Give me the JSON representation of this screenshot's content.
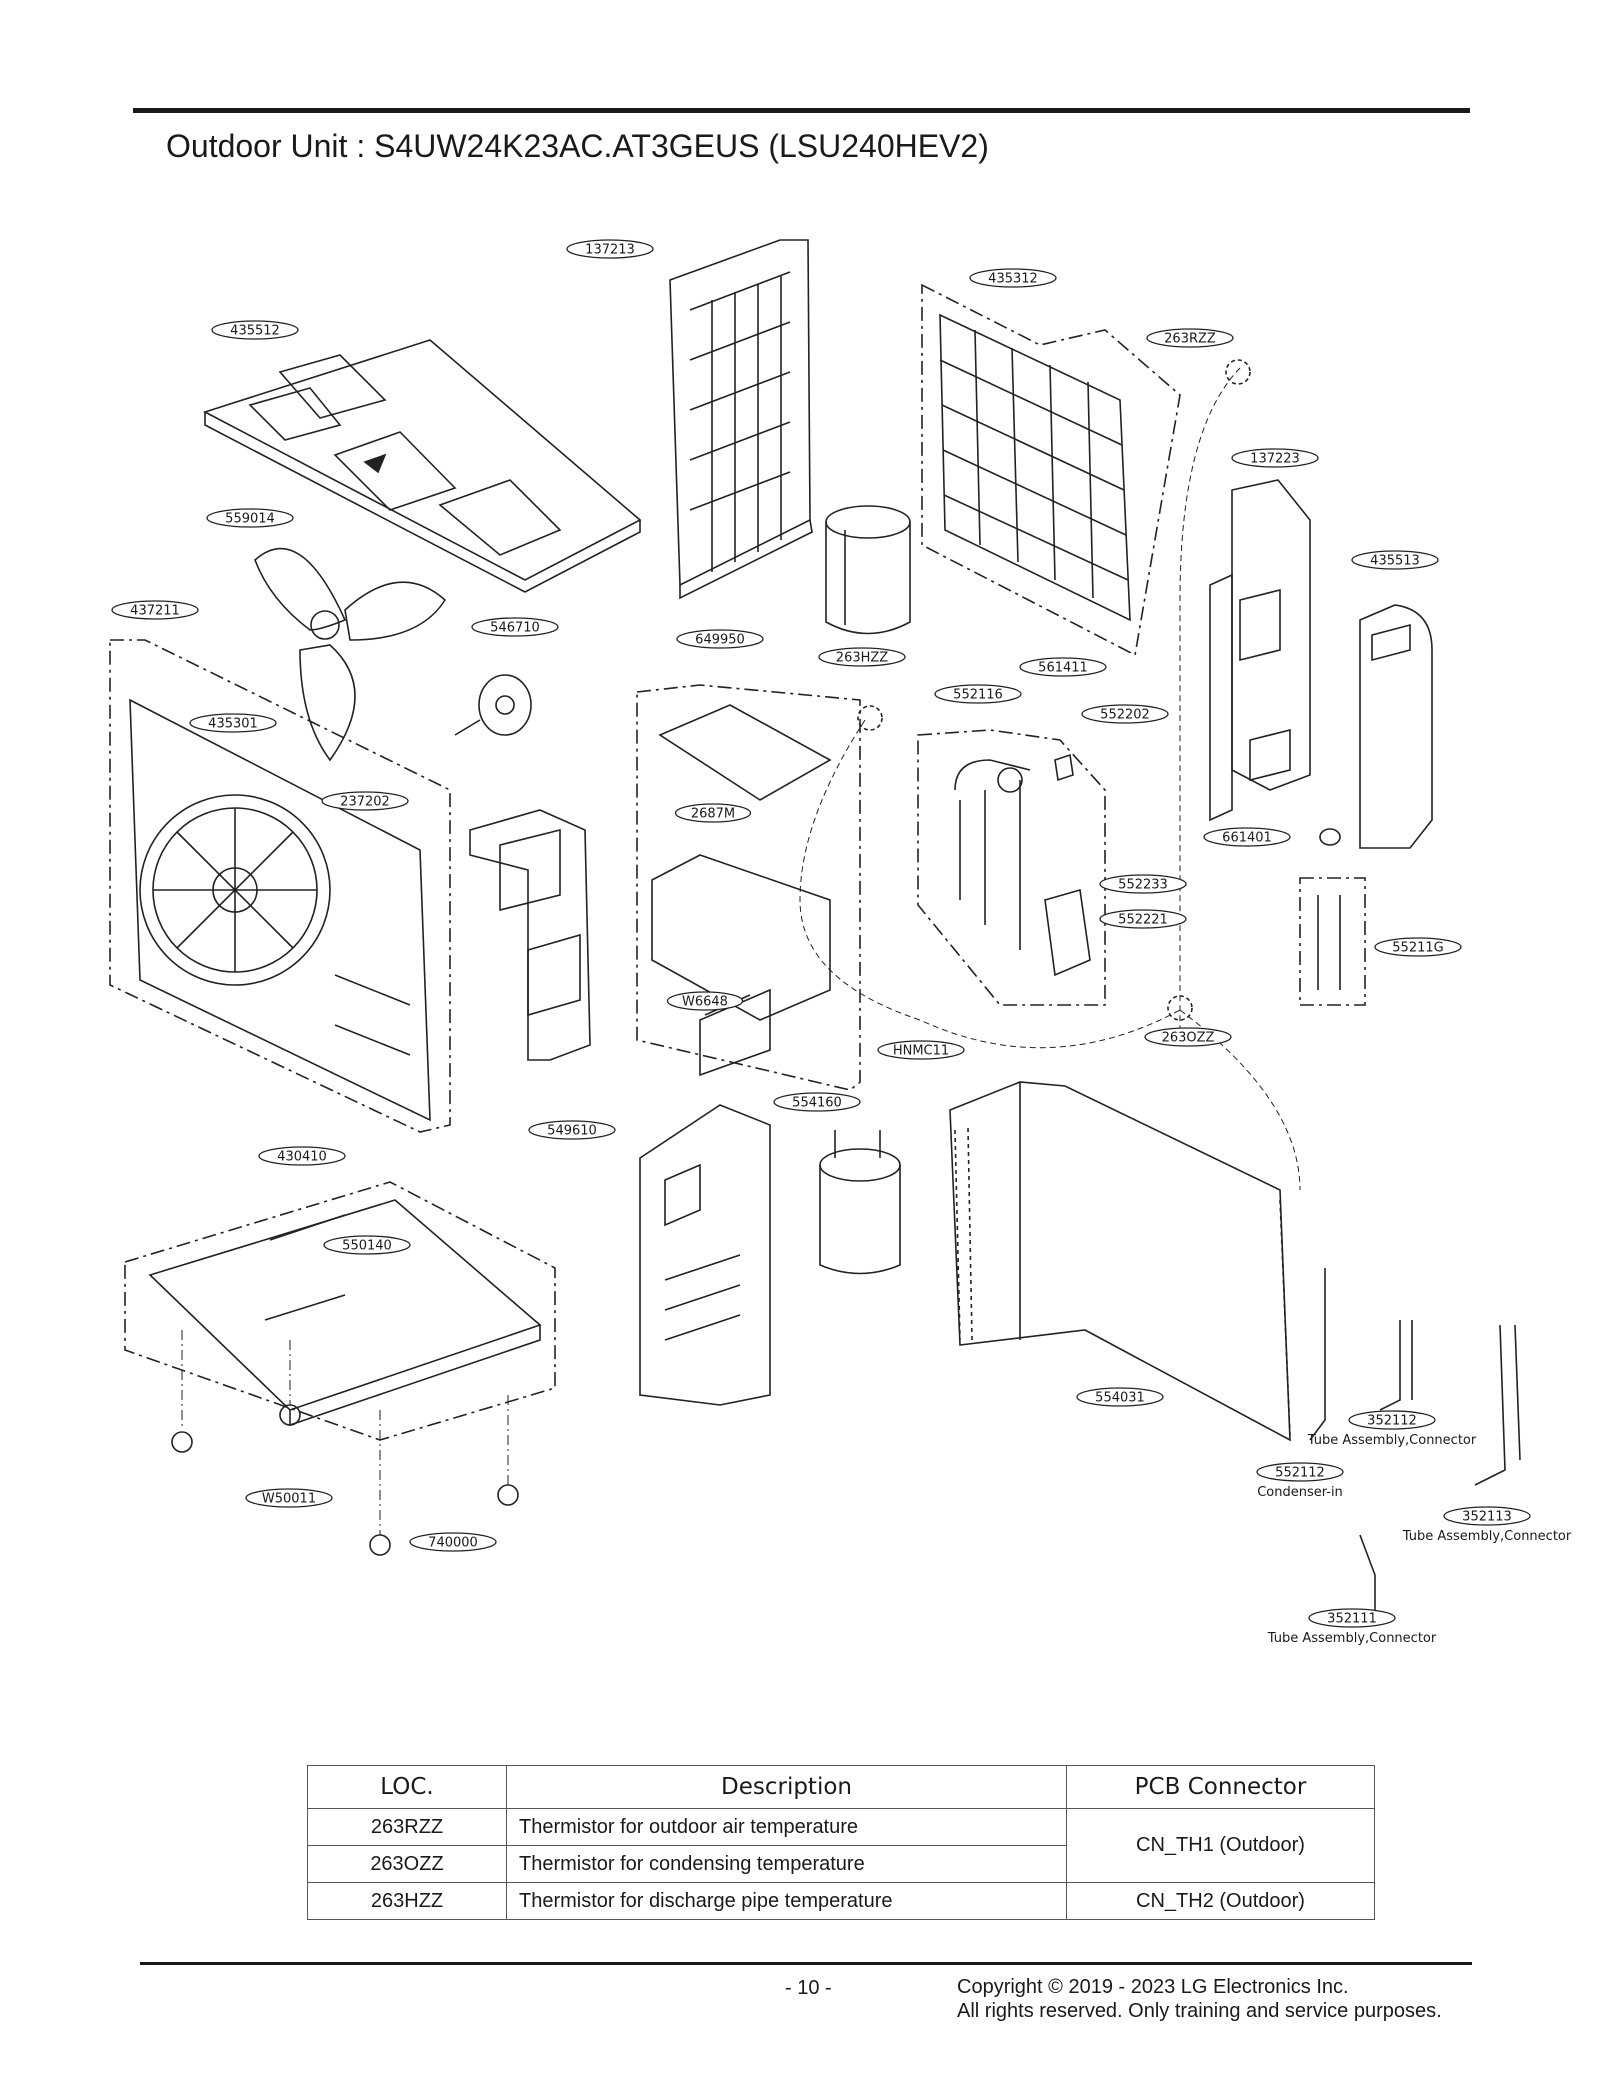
{
  "title": "Outdoor Unit : S4UW24K23AC.AT3GEUS (LSU240HEV2)",
  "parts": [
    {
      "id": "137213"
    },
    {
      "id": "435312"
    },
    {
      "id": "263RZZ"
    },
    {
      "id": "435512"
    },
    {
      "id": "137223"
    },
    {
      "id": "559014"
    },
    {
      "id": "435513"
    },
    {
      "id": "437211"
    },
    {
      "id": "546710"
    },
    {
      "id": "649950"
    },
    {
      "id": "263HZZ"
    },
    {
      "id": "561411"
    },
    {
      "id": "552116"
    },
    {
      "id": "552202"
    },
    {
      "id": "435301"
    },
    {
      "id": "237202"
    },
    {
      "id": "2687M"
    },
    {
      "id": "661401"
    },
    {
      "id": "552233"
    },
    {
      "id": "552221"
    },
    {
      "id": "55211G"
    },
    {
      "id": "W6648"
    },
    {
      "id": "263OZZ"
    },
    {
      "id": "HNMC11"
    },
    {
      "id": "549610"
    },
    {
      "id": "554160"
    },
    {
      "id": "430410"
    },
    {
      "id": "550140"
    },
    {
      "id": "554031"
    },
    {
      "id": "352112",
      "caption": "Tube Assembly,Connector"
    },
    {
      "id": "552112",
      "caption": "Condenser-in"
    },
    {
      "id": "W50011"
    },
    {
      "id": "352113",
      "caption": "Tube Assembly,Connector"
    },
    {
      "id": "740000"
    },
    {
      "id": "352111",
      "caption": "Tube Assembly,Connector"
    }
  ],
  "table": {
    "headers": [
      "LOC.",
      "Description",
      "PCB Connector"
    ],
    "rows": [
      {
        "loc": "263RZZ",
        "description": "Thermistor for outdoor air temperature"
      },
      {
        "loc": "263OZZ",
        "description": "Thermistor for condensing temperature"
      },
      {
        "loc": "263HZZ",
        "description": "Thermistor for discharge pipe temperature"
      }
    ],
    "connectors": [
      "CN_TH1 (Outdoor)",
      "CN_TH2 (Outdoor)"
    ]
  },
  "footer": {
    "page_number": "- 10 -",
    "copyright_line1": "Copyright © 2019 - 2023 LG Electronics Inc.",
    "copyright_line2": "All rights reserved. Only training and service purposes."
  }
}
